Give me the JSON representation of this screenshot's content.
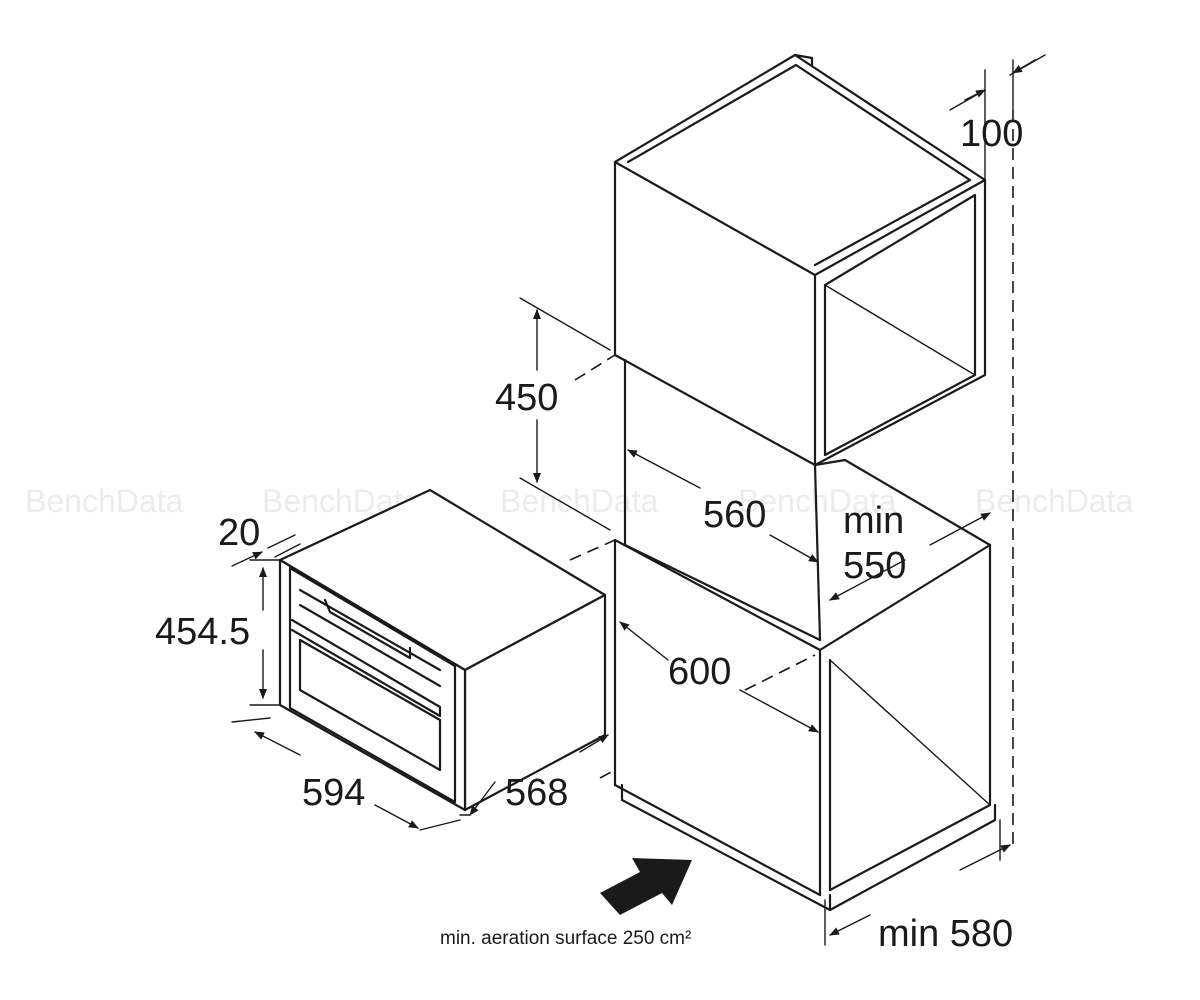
{
  "watermark": "BenchData",
  "dimensions": {
    "top_gap": "100",
    "niche_height": "450",
    "niche_width": "560",
    "min_depth_label_1": "min",
    "min_depth_label_2": "550",
    "cabinet_width": "600",
    "front_offset": "20",
    "appliance_height": "454.5",
    "appliance_width": "594",
    "appliance_depth": "568",
    "min_cabinet_depth": "min 580"
  },
  "note": "min. aeration surface 250 cm²"
}
